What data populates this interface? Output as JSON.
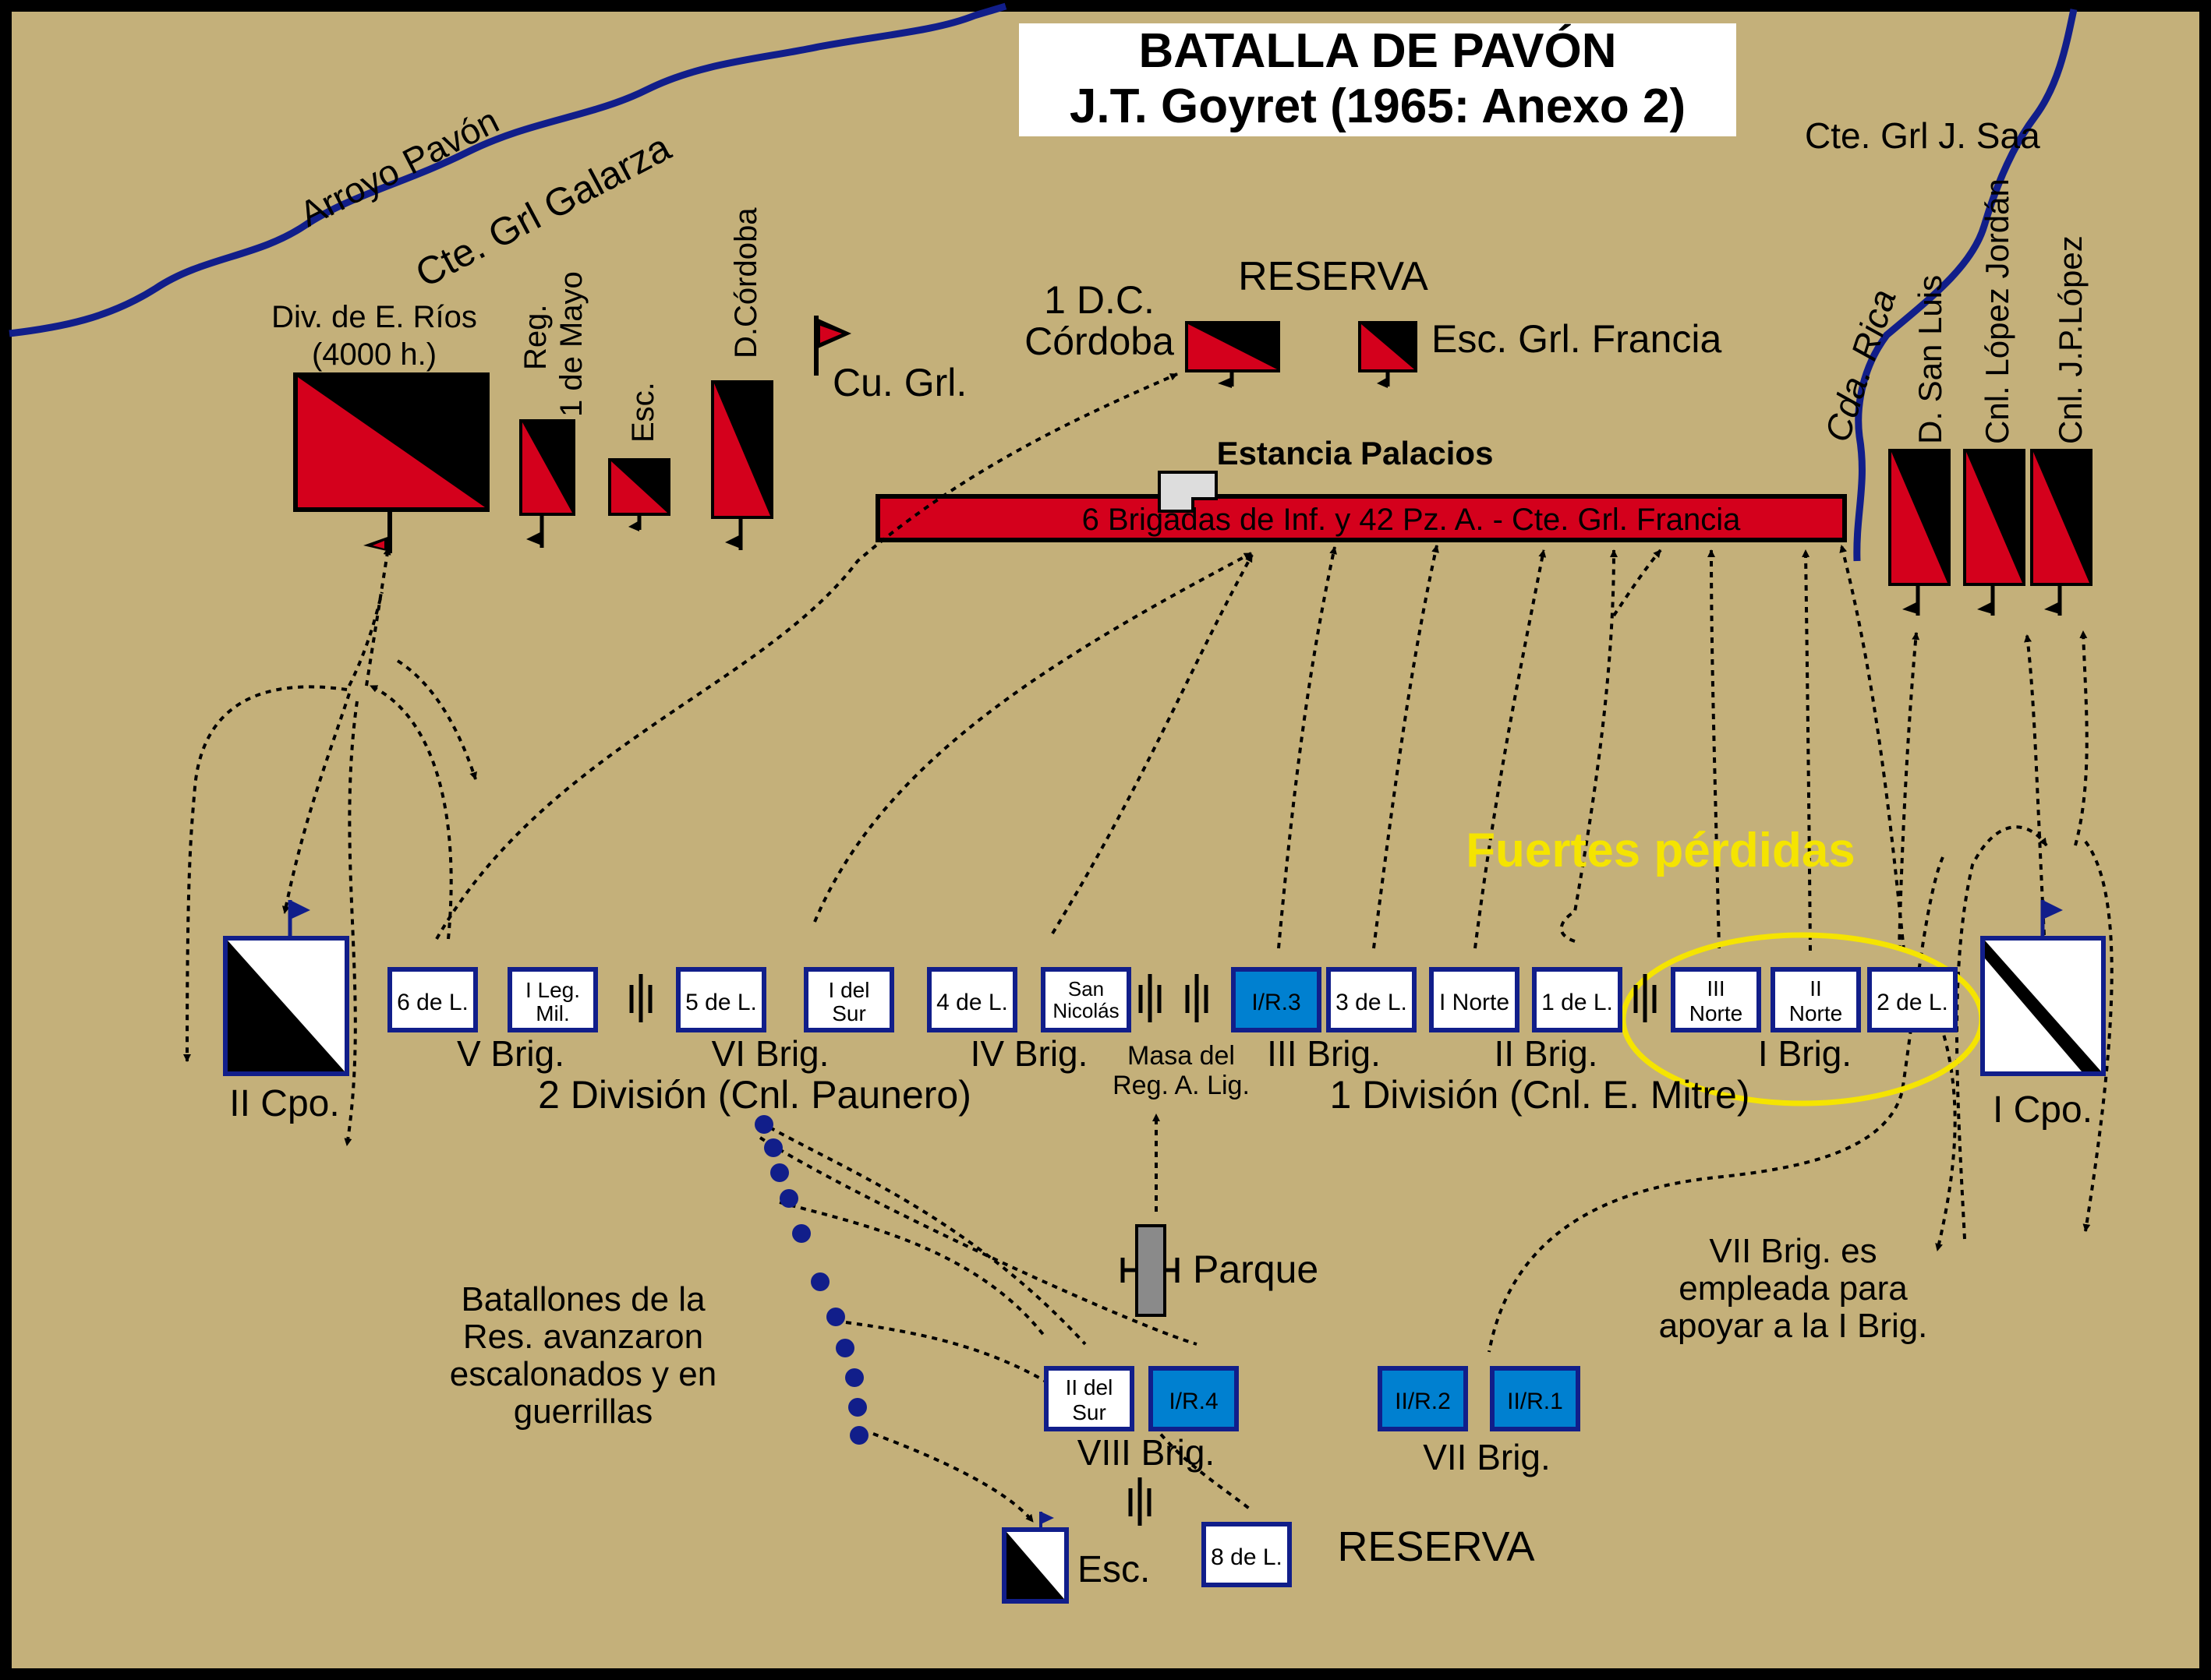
{
  "title": {
    "line1": "BATALLA DE PAVÓN",
    "line2": "J.T. Goyret (1965: Anexo 2)"
  },
  "colors": {
    "background": "#c4b07a",
    "frame": "#000000",
    "river": "#111e8a",
    "enemy": "#d4001c",
    "friendly_blue": "#0080d0",
    "unit_border": "#1a1a8c",
    "highlight": "#f5e400",
    "park": "#8a8a8a"
  },
  "labels": {
    "arroyo": "Arroyo Pavón",
    "galarza": "Cte. Grl Galarza",
    "saa": "Cte. Grl J. Saa",
    "cda_rica": "Cda. Rica",
    "div_er_1": "Div. de E. Ríos",
    "div_er_2": "(4000 h.)",
    "reg_1": "Reg.",
    "reg_2": "1 de Mayo",
    "esc": "Esc.",
    "d_cordoba": "D.Córdoba",
    "cu_grl": "Cu. Grl.",
    "reserva_top": "RESERVA",
    "dc_cordoba_1": "1 D.C.",
    "dc_cordoba_2": "Córdoba",
    "esc_francia": "Esc. Grl. Francia",
    "estancia": "Estancia Palacios",
    "line_bar": "6 Brigadas de Inf. y 42 Pz. A. - Cte. Grl. Francia",
    "d_san_luis": "D. San Luis",
    "lopez_jordan": "Cnl. López Jordán",
    "jp_lopez": "Cnl. J.P.López",
    "fuertes": "Fuertes pérdidas",
    "ii_cpo": "II Cpo.",
    "i_cpo": "I Cpo.",
    "v_brig": "V Brig.",
    "vi_brig": "VI Brig.",
    "iv_brig": "IV Brig.",
    "iii_brig": "III Brig.",
    "ii_brig": "II Brig.",
    "i_brig": "I Brig.",
    "div2": "2 División (Cnl. Paunero)",
    "div1": "1 División (Cnl. E. Mitre)",
    "masa_1": "Masa del",
    "masa_2": "Reg. A. Lig.",
    "parque": "Parque",
    "bat_1": "Batallones de la",
    "bat_2": "Res. avanzaron",
    "bat_3": "escalonados y en",
    "bat_4": "guerrillas",
    "vii_note_1": "VII Brig. es",
    "vii_note_2": "empleada para",
    "vii_note_3": "apoyar a la I Brig.",
    "viii_brig": "VIII Brig.",
    "vii_brig": "VII Brig.",
    "esc_bottom": "Esc.",
    "reserva_bottom": "RESERVA"
  },
  "units": {
    "u6l": "6 de L.",
    "uleg_1": "I Leg.",
    "uleg_2": "Mil.",
    "u5l": "5 de L.",
    "usur_1": "I del",
    "usur_2": "Sur",
    "u4l": "4 de L.",
    "usn_1": "San",
    "usn_2": "Nicolás",
    "ur3": "I/R.3",
    "u3l": "3 de L.",
    "unorte": "I Norte",
    "u1l": "1 de L.",
    "uiiin_1": "III",
    "uiiin_2": "Norte",
    "uiin_1": "II",
    "uiin_2": "Norte",
    "u2l": "2 de L.",
    "uiisur_1": "II del",
    "uiisur_2": "Sur",
    "ur4": "I/R.4",
    "uiir2": "II/R.2",
    "uiir1": "II/R.1",
    "u8l": "8 de L."
  }
}
